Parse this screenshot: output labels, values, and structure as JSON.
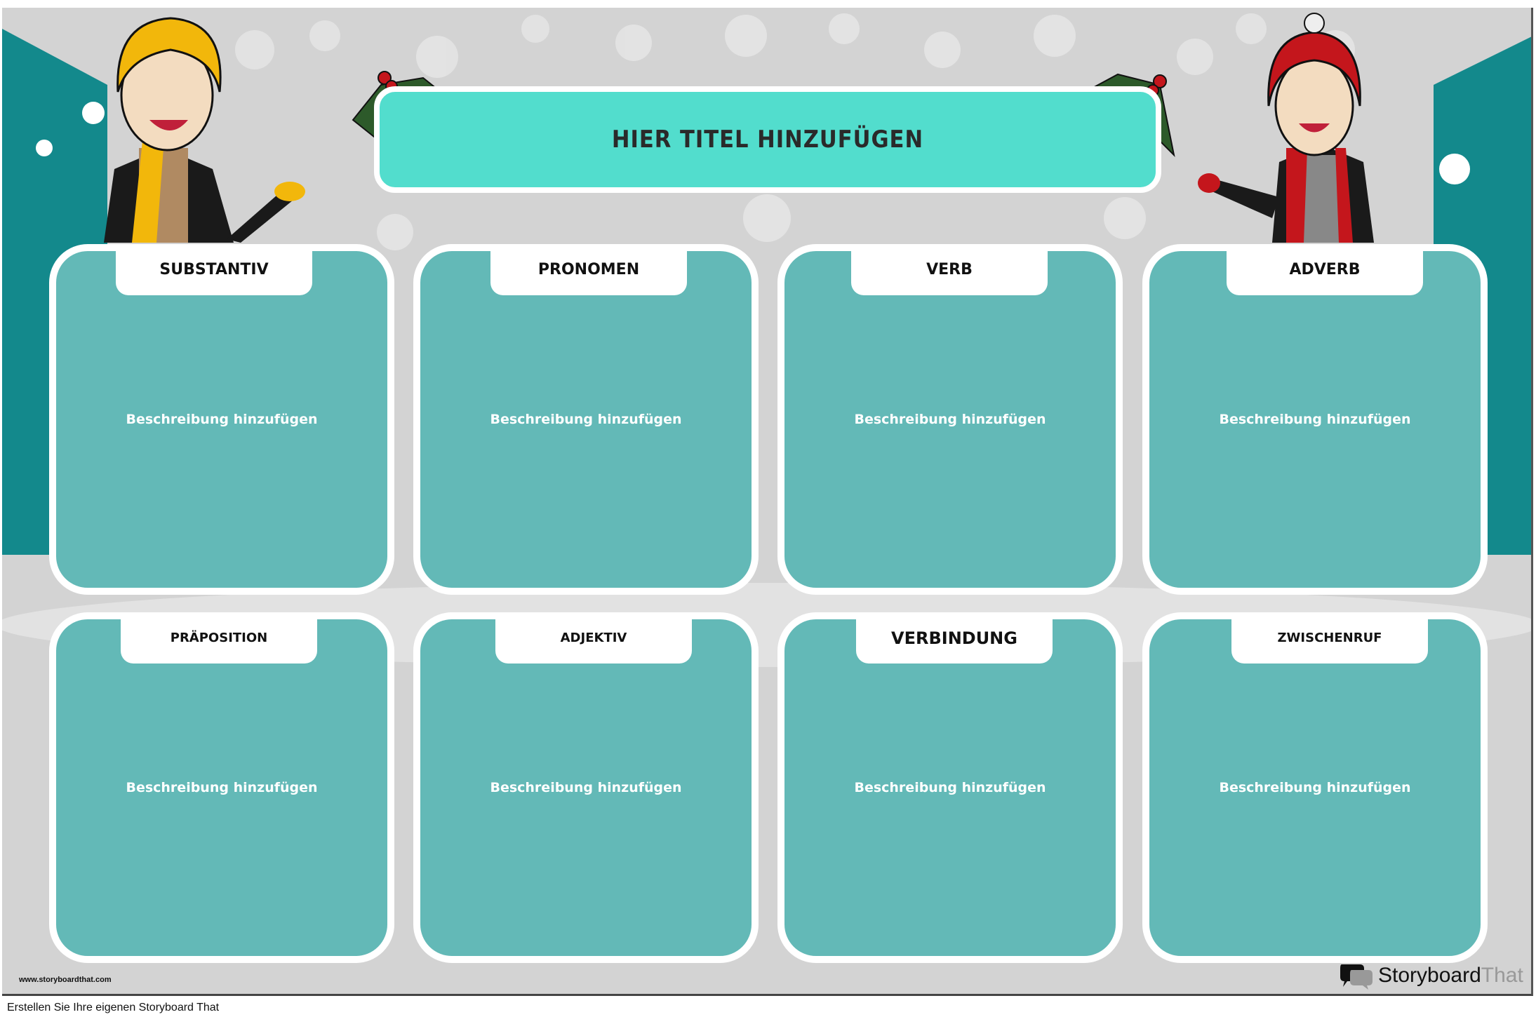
{
  "title": "HIER TITEL HINZUFÜGEN",
  "cards": [
    {
      "label": "SUBSTANTIV",
      "description": "Beschreibung hinzufügen"
    },
    {
      "label": "PRONOMEN",
      "description": "Beschreibung hinzufügen"
    },
    {
      "label": "VERB",
      "description": "Beschreibung hinzufügen"
    },
    {
      "label": "ADVERB",
      "description": "Beschreibung hinzufügen"
    },
    {
      "label": "PRÄPOSITION",
      "description": "Beschreibung hinzufügen"
    },
    {
      "label": "ADJEKTIV",
      "description": "Beschreibung hinzufügen"
    },
    {
      "label": "VERBINDUNG",
      "description": "Beschreibung hinzufügen"
    },
    {
      "label": "ZWISCHENRUF",
      "description": "Beschreibung hinzufügen"
    }
  ],
  "watermark_url": "www.storyboardthat.com",
  "logo": {
    "part1": "Storyboard",
    "part2": "That"
  },
  "footer": "Erstellen Sie Ihre eigenen Storyboard That",
  "colors": {
    "card": "#63b9b7",
    "title_bar": "#52ddcd",
    "background": "#d3d3d3",
    "house": "#13898c"
  }
}
